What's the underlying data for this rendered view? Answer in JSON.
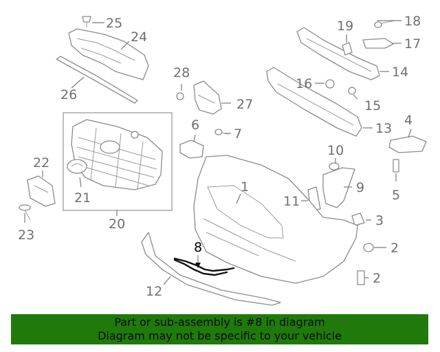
{
  "colors": {
    "banner_background": "#1f7a0b",
    "banner_text": "#0b0b0b",
    "highlight": "#111111",
    "line_art": "#8a8a8a"
  },
  "callouts": {
    "c1": "1",
    "c2a": "2",
    "c2b": "2",
    "c3": "3",
    "c4": "4",
    "c5": "5",
    "c6": "6",
    "c7": "7",
    "c8": "8",
    "c9": "9",
    "c10": "10",
    "c11": "11",
    "c12": "12",
    "c13": "13",
    "c14": "14",
    "c15": "15",
    "c16": "16",
    "c17": "17",
    "c18": "18",
    "c19": "19",
    "c20": "20",
    "c21": "21",
    "c22": "22",
    "c23": "23",
    "c24": "24",
    "c25": "25",
    "c26": "26",
    "c27": "27",
    "c28": "28"
  },
  "highlighted_callout": "8",
  "banner": {
    "line1": "Part or sub-assembly is #8 in diagram",
    "line2": "Diagram may not be specific to your vehicle"
  }
}
